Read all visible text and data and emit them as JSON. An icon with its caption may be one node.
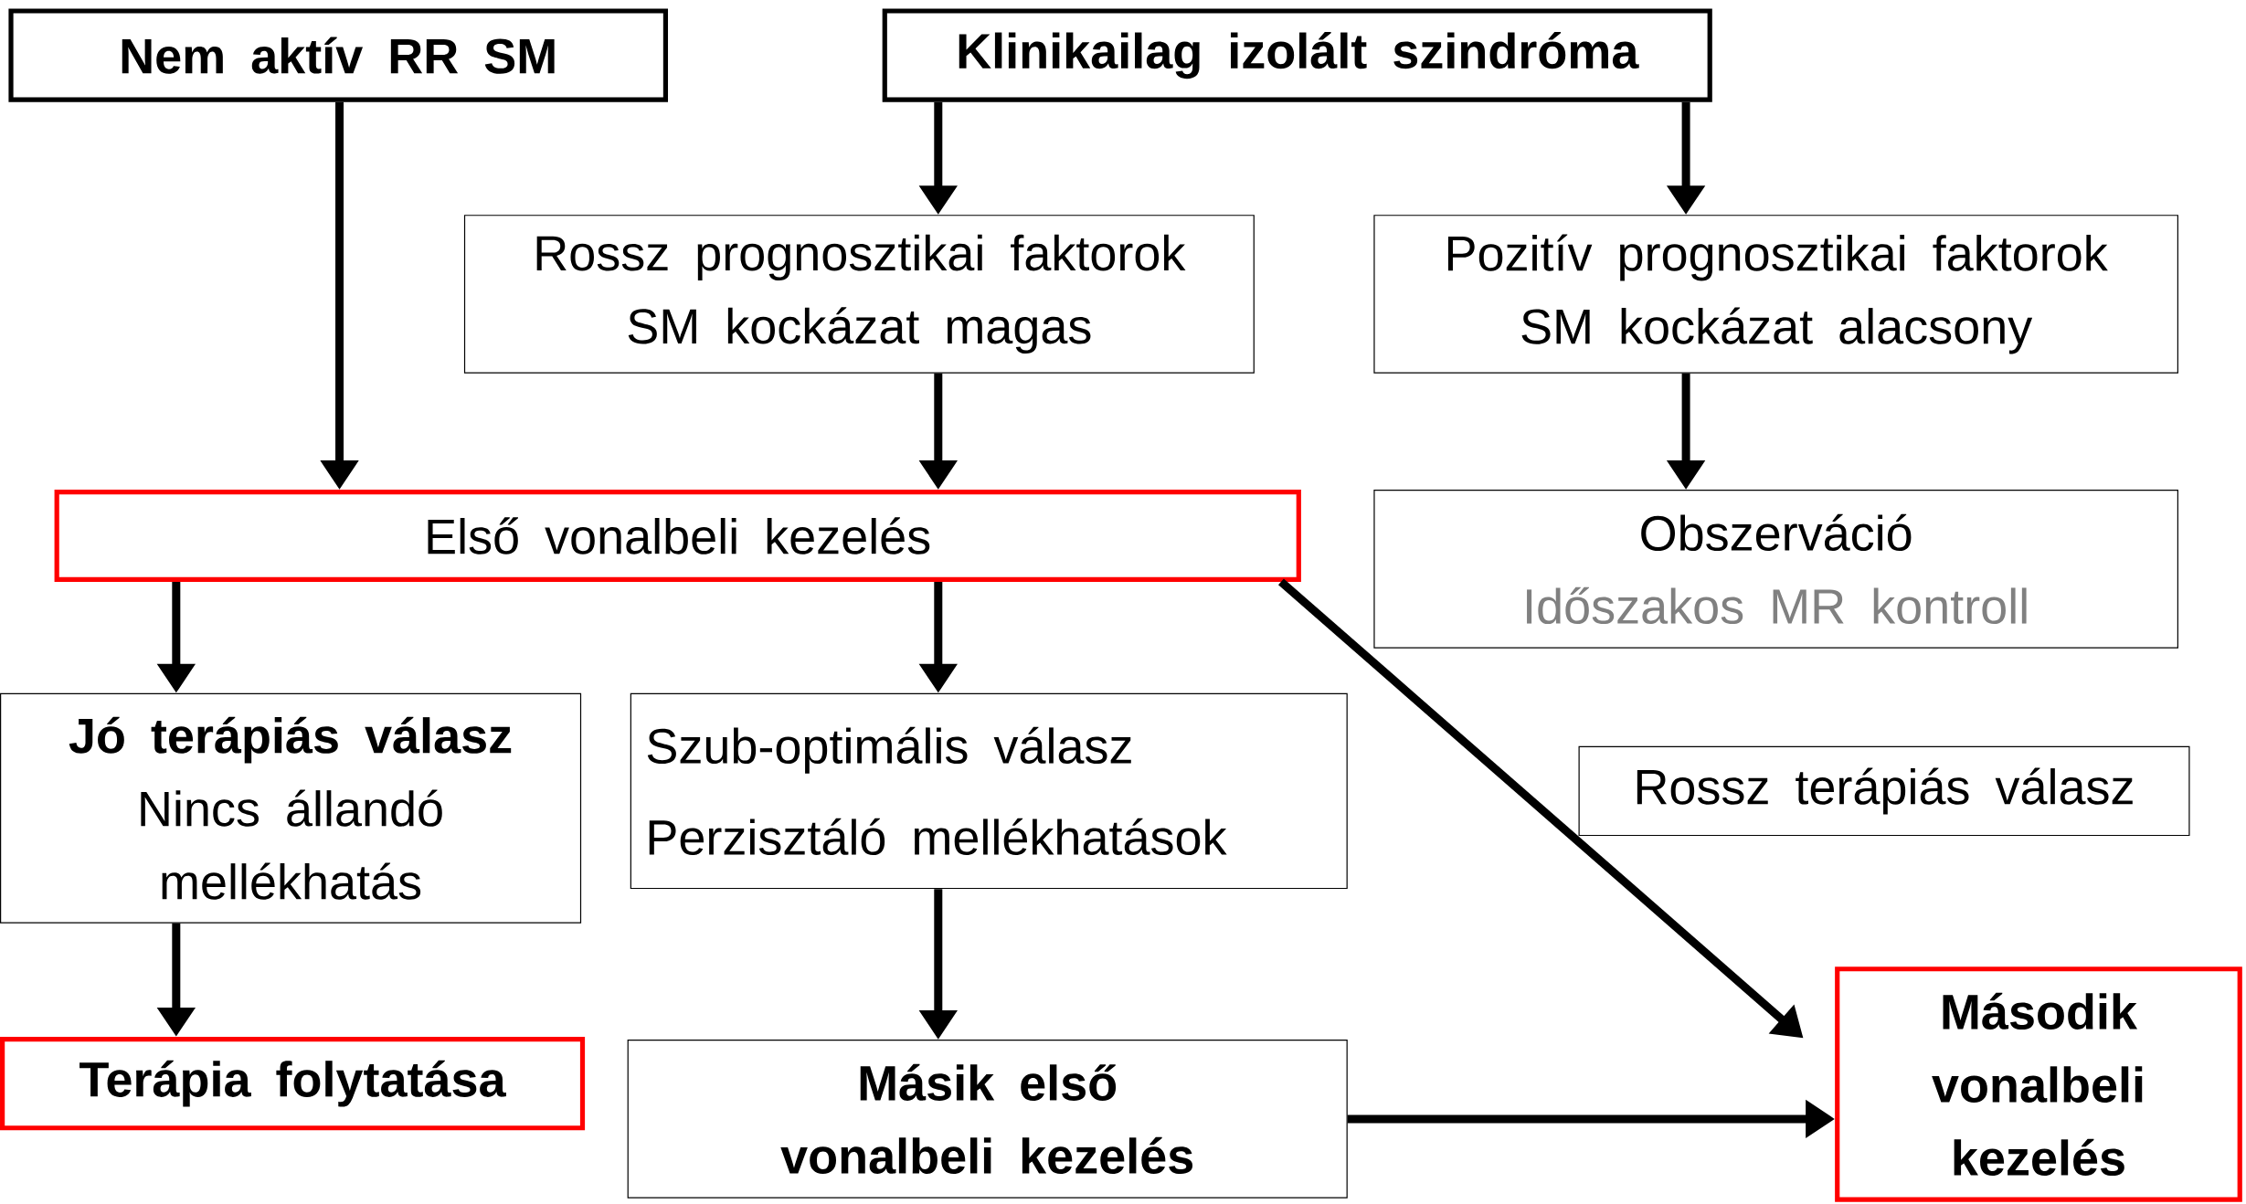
{
  "diagram": {
    "nodes": [
      {
        "text": [
          "Nem aktív RR SM"
        ]
      },
      {
        "text": [
          "Klinikailag izolált szindróma"
        ]
      },
      {
        "text": [
          "Rossz prognosztikai faktorok",
          "SM kockázat magas"
        ]
      },
      {
        "text": [
          "Pozitív prognosztikai faktorok",
          "SM kockázat alacsony"
        ]
      },
      {
        "text": [
          "Első vonalbeli kezelés"
        ]
      },
      {
        "text": [
          "Obszerváció",
          "Időszakos MR kontroll"
        ]
      },
      {
        "text": [
          "Jó terápiás válasz",
          "Nincs állandó mellékhatás"
        ]
      },
      {
        "text": [
          "Szub-optimális válasz",
          "Perzisztáló mellékhatások"
        ]
      },
      {
        "text": [
          "Rossz terápiás válasz"
        ]
      },
      {
        "text": [
          "Terápia folytatása"
        ]
      },
      {
        "text": [
          "Második vonalbeli kezelés"
        ]
      },
      {
        "text": [
          "Másik első vonalbeli kezelés"
        ]
      }
    ],
    "edges": [
      {
        "from": 0,
        "to": 4,
        "arrow": "to"
      },
      {
        "from": 1,
        "to": 2,
        "arrow": "to"
      },
      {
        "from": 1,
        "to": 3,
        "arrow": "to"
      },
      {
        "from": 2,
        "to": 4,
        "arrow": "to"
      },
      {
        "from": 3,
        "to": 5,
        "arrow": "to"
      },
      {
        "from": 4,
        "to": 6,
        "arrow": "to"
      },
      {
        "from": 4,
        "to": 7,
        "arrow": "to"
      },
      {
        "from": 4,
        "to": 10,
        "arrow": "to"
      },
      {
        "from": 6,
        "to": 9,
        "arrow": "to"
      },
      {
        "from": 7,
        "to": 11,
        "arrow": "to"
      },
      {
        "from": 11,
        "to": 10,
        "arrow": "to"
      }
    ]
  }
}
